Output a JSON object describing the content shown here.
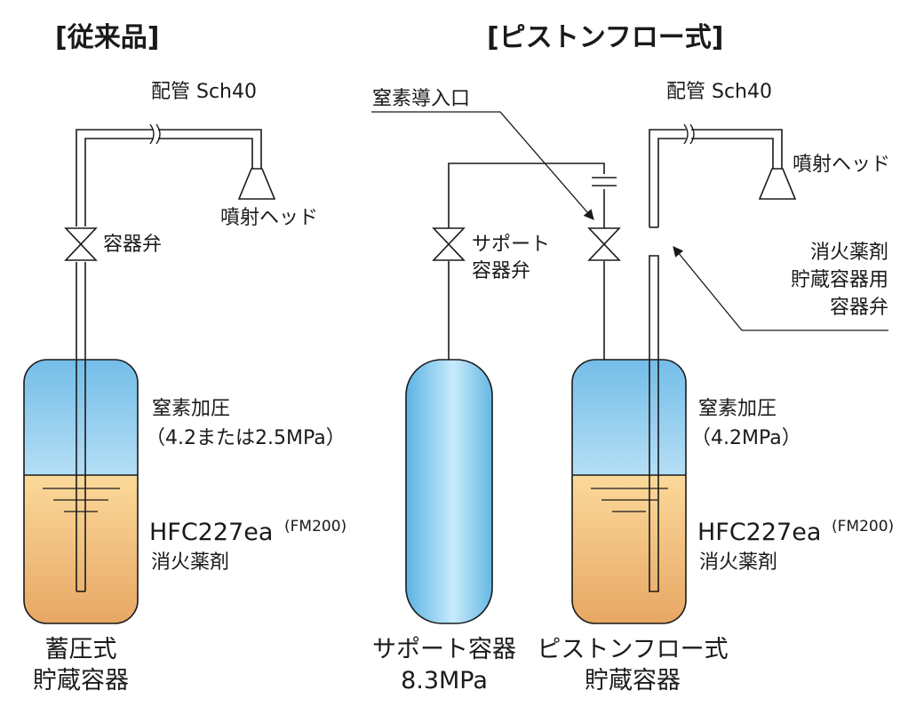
{
  "colors": {
    "line": "#1a1a1a",
    "nitrogen_blue": "#7ec4ea",
    "agent_orange": "#f6c675",
    "support_blue": "#8dd0f2"
  },
  "left": {
    "header": "[従来品]",
    "pipe": "配管 Sch40",
    "nozzle": "噴射ヘッド",
    "valve": "容器弁",
    "nitrogen": "窒素加圧",
    "pressure": "（4.2または2.5MPa）",
    "agent": "HFC227ea",
    "agent_note": "(FM200)",
    "agent_name": "消火薬剤",
    "container_line1": "蓄圧式",
    "container_line2": "貯蔵容器"
  },
  "right": {
    "header": "[ピストンフロー式]",
    "inlet": "窒素導入口",
    "pipe": "配管 Sch40",
    "nozzle": "噴射ヘッド",
    "support_valve_line1": "サポート",
    "support_valve_line2": "容器弁",
    "agent_valve_line1": "消火薬剤",
    "agent_valve_line2": "貯蔵容器用",
    "agent_valve_line3": "容器弁",
    "nitrogen": "窒素加圧",
    "pressure": "（4.2MPa）",
    "agent": "HFC227ea",
    "agent_note": "(FM200)",
    "agent_name": "消火薬剤",
    "support_container_line1": "サポート容器",
    "support_container_line2": "8.3MPa",
    "piston_container_line1": "ピストンフロー式",
    "piston_container_line2": "貯蔵容器"
  }
}
